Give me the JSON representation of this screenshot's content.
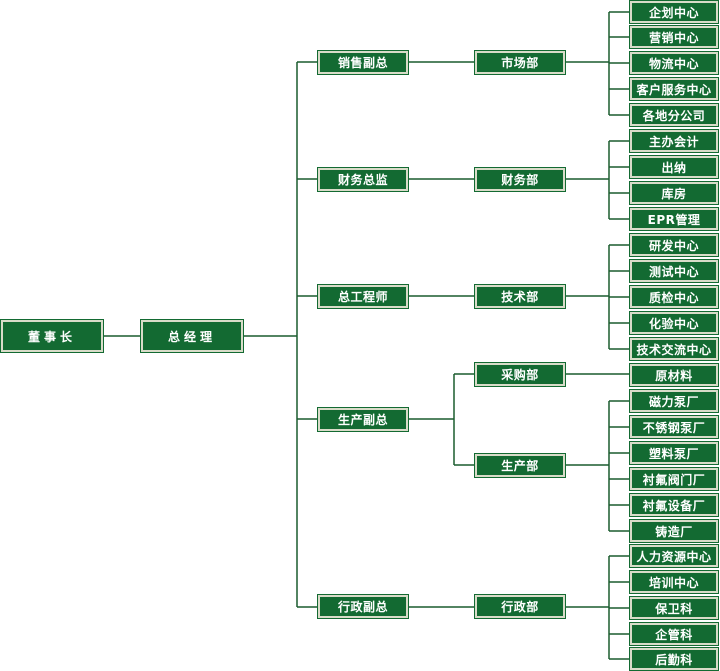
{
  "org_chart": {
    "chairman": "董事长",
    "general_manager": "总经理",
    "vps": [
      {
        "title": "销售副总",
        "departments": [
          {
            "name": "市场部",
            "units": [
              "企划中心",
              "营销中心",
              "物流中心",
              "客户服务中心",
              "各地分公司"
            ]
          }
        ]
      },
      {
        "title": "财务总监",
        "departments": [
          {
            "name": "财务部",
            "units": [
              "主办会计",
              "出纳",
              "库房",
              "EPR管理"
            ]
          }
        ]
      },
      {
        "title": "总工程师",
        "departments": [
          {
            "name": "技术部",
            "units": [
              "研发中心",
              "测试中心",
              "质检中心",
              "化验中心",
              "技术交流中心"
            ]
          }
        ]
      },
      {
        "title": "生产副总",
        "departments": [
          {
            "name": "采购部",
            "units": [
              "原材料"
            ]
          },
          {
            "name": "生产部",
            "units": [
              "磁力泵厂",
              "不锈钢泵厂",
              "塑料泵厂",
              "衬氟阀门厂",
              "衬氟设备厂",
              "铸造厂"
            ]
          }
        ]
      },
      {
        "title": "行政副总",
        "departments": [
          {
            "name": "行政部",
            "units": [
              "人力资源中心",
              "培训中心",
              "保卫科",
              "企管科",
              "后勤科"
            ]
          }
        ]
      }
    ]
  },
  "colors": {
    "box_fill": "#136a32",
    "box_border": "#d9dcc9",
    "line": "#1a5c2e",
    "text": "#ffffff"
  }
}
